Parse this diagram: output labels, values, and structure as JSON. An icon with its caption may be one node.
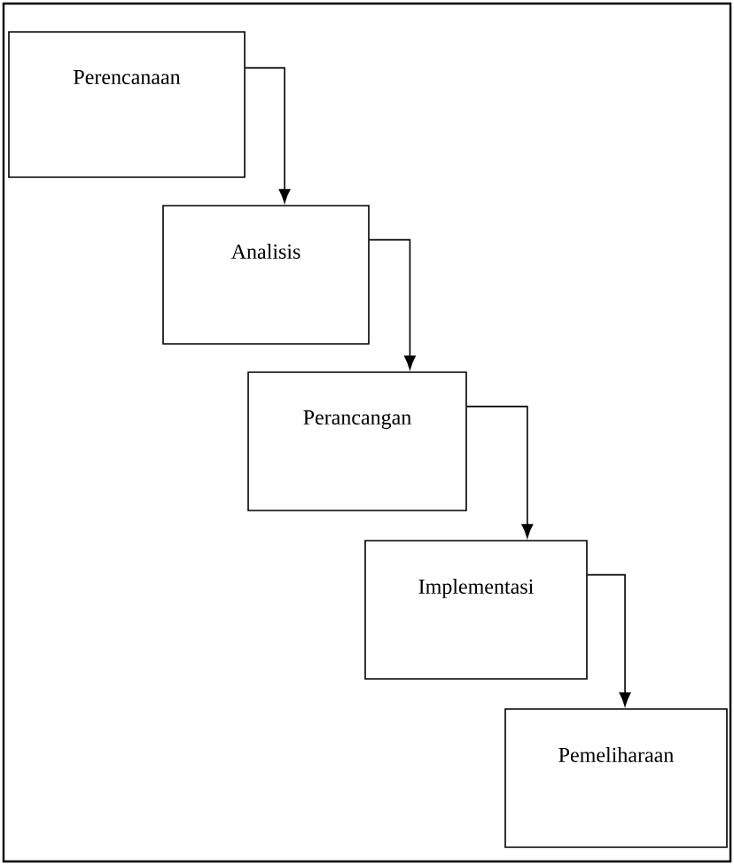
{
  "diagram": {
    "nodes": [
      {
        "text": [
          "Perencanaan"
        ]
      },
      {
        "text": [
          "Analisis"
        ]
      },
      {
        "text": [
          "Perancangan"
        ]
      },
      {
        "text": [
          "Implementasi"
        ]
      },
      {
        "text": [
          "Pemeliharaan"
        ]
      }
    ],
    "edges": [
      {
        "from": 0,
        "to": 1,
        "arrow": "to"
      },
      {
        "from": 1,
        "to": 2,
        "arrow": "to"
      },
      {
        "from": 2,
        "to": 3,
        "arrow": "to"
      },
      {
        "from": 3,
        "to": 4,
        "arrow": "to"
      }
    ]
  }
}
